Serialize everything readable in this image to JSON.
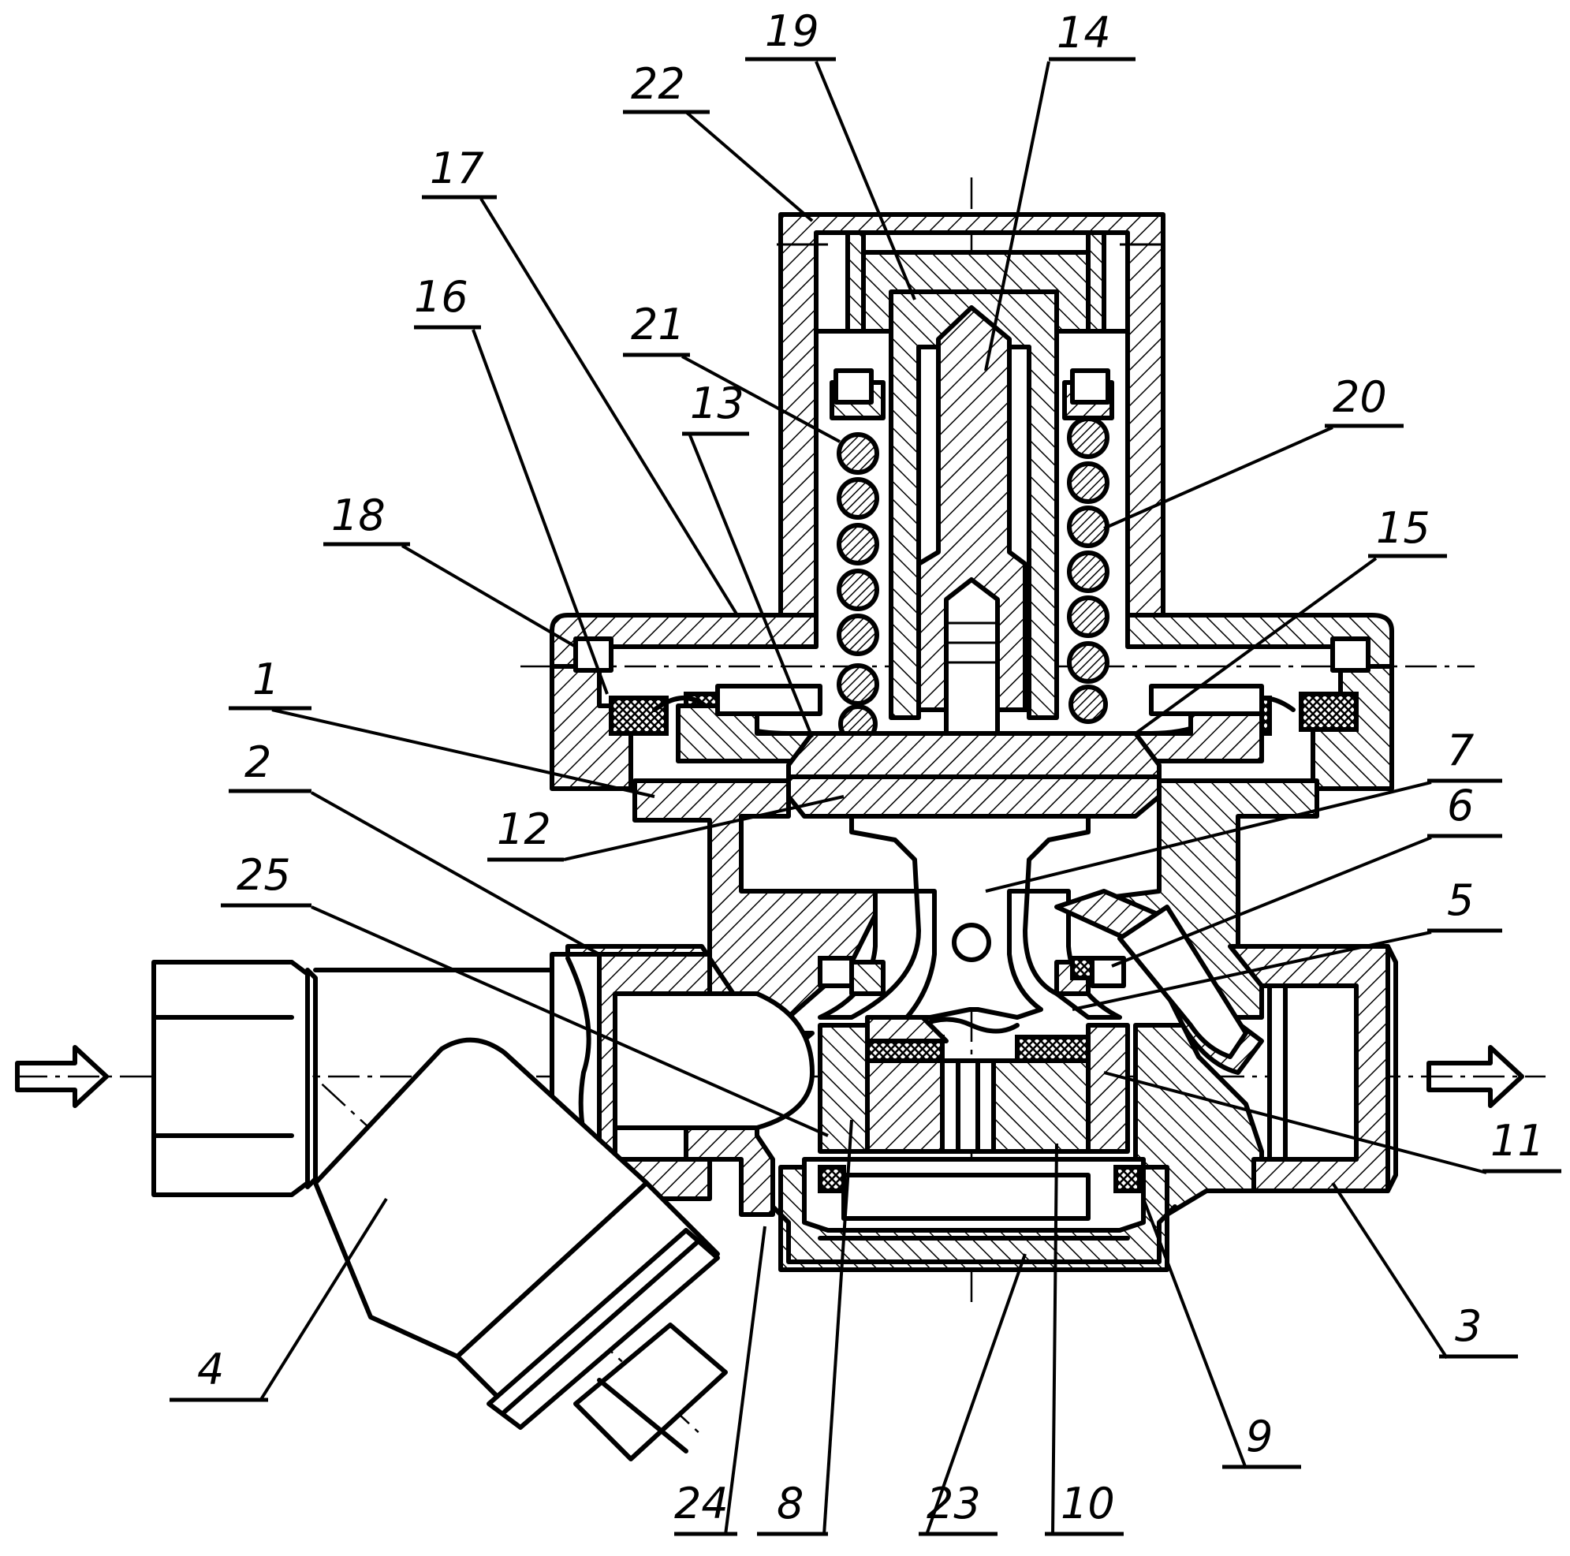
{
  "labels": [
    {
      "id": "1",
      "text": "1"
    },
    {
      "id": "2",
      "text": "2"
    },
    {
      "id": "3",
      "text": "3"
    },
    {
      "id": "4",
      "text": "4"
    },
    {
      "id": "5",
      "text": "5"
    },
    {
      "id": "6",
      "text": "6"
    },
    {
      "id": "7",
      "text": "7"
    },
    {
      "id": "8",
      "text": "8"
    },
    {
      "id": "9",
      "text": "9"
    },
    {
      "id": "10",
      "text": "10"
    },
    {
      "id": "11",
      "text": "11"
    },
    {
      "id": "12",
      "text": "12"
    },
    {
      "id": "13",
      "text": "13"
    },
    {
      "id": "14",
      "text": "14"
    },
    {
      "id": "15",
      "text": "15"
    },
    {
      "id": "16",
      "text": "16"
    },
    {
      "id": "17",
      "text": "17"
    },
    {
      "id": "18",
      "text": "18"
    },
    {
      "id": "19",
      "text": "19"
    },
    {
      "id": "20",
      "text": "20"
    },
    {
      "id": "21",
      "text": "21"
    },
    {
      "id": "22",
      "text": "22"
    },
    {
      "id": "23",
      "text": "23"
    },
    {
      "id": "24",
      "text": "24"
    },
    {
      "id": "25",
      "text": "25"
    }
  ]
}
